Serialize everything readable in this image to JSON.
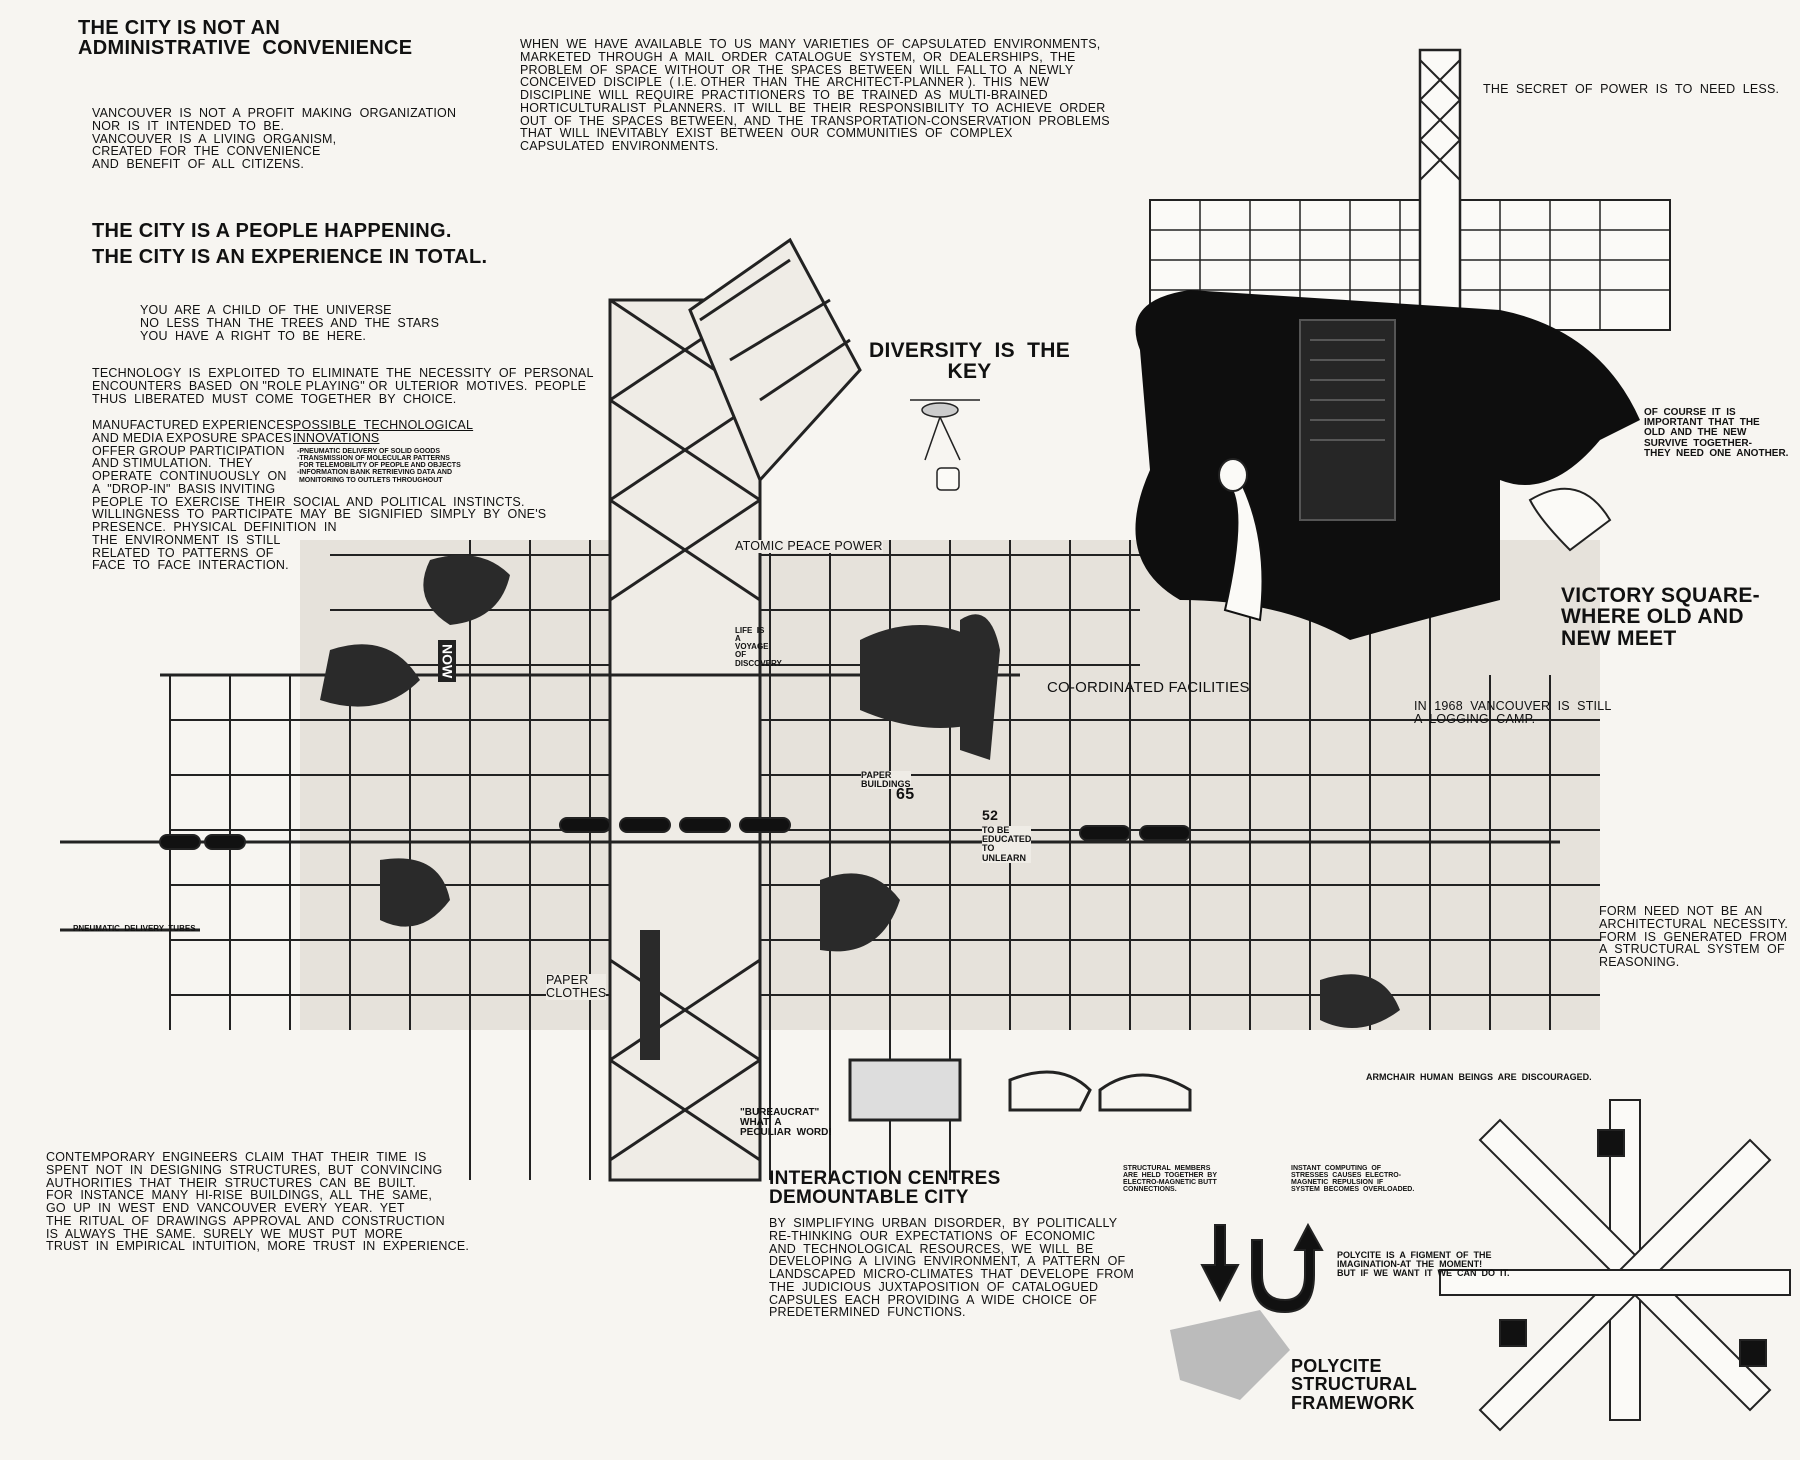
{
  "texts": {
    "title": "THE CITY IS NOT AN\nADMINISTRATIVE  CONVENIENCE",
    "vancouver": "VANCOUVER  IS  NOT  A  PROFIT  MAKING  ORGANIZATION\nNOR  IS  IT  INTENDED  TO  BE.\nVANCOUVER  IS  A  LIVING  ORGANISM,\nCREATED  FOR  THE  CONVENIENCE\nAND  BENEFIT  OF  ALL  CITIZENS.",
    "people_happening": "THE CITY IS A PEOPLE HAPPENING.\nTHE CITY IS AN EXPERIENCE IN TOTAL.",
    "child_of_universe": "YOU  ARE  A  CHILD  OF  THE  UNIVERSE\nNO  LESS  THAN  THE  TREES  AND  THE  STARS\nYOU  HAVE  A  RIGHT  TO  BE  HERE.",
    "technology": "TECHNOLOGY  IS  EXPLOITED  TO  ELIMINATE  THE  NECESSITY  OF  PERSONAL\nENCOUNTERS  BASED  ON \"ROLE PLAYING\" OR  ULTERIOR  MOTIVES.  PEOPLE\nTHUS  LIBERATED  MUST  COME  TOGETHER  BY  CHOICE.",
    "manufactured": "MANUFACTURED EXPERIENCES\nAND MEDIA EXPOSURE SPACES\nOFFER GROUP PARTICIPATION\nAND STIMULATION.  THEY\nOPERATE  CONTINUOUSLY  ON\nA  \"DROP-IN\"  BASIS INVITING\nPEOPLE  TO  EXERCISE  THEIR  SOCIAL  AND  POLITICAL  INSTINCTS.\nWILLINGNESS  TO  PARTICIPATE  MAY  BE  SIGNIFIED  SIMPLY  BY  ONE'S\nPRESENCE.  PHYSICAL  DEFINITION  IN\nTHE  ENVIRONMENT  IS  STILL\nRELATED  TO  PATTERNS  OF\nFACE  TO  FACE  INTERACTION.",
    "innovations_heading": "POSSIBLE  TECHNOLOGICAL\nINNOVATIONS",
    "innovations_list": "-PNEUMATIC DELIVERY OF SOLID GOODS\n-TRANSMISSION OF MOLECULAR PATTERNS\n FOR TELEMOBILITY OF PEOPLE AND OBJECTS\n-INFORMATION BANK RETRIEVING DATA AND\n MONITORING TO OUTLETS THROUGHOUT",
    "capsulated": "WHEN  WE  HAVE  AVAILABLE  TO  US  MANY  VARIETIES  OF  CAPSULATED  ENVIRONMENTS,\nMARKETED  THROUGH  A  MAIL  ORDER  CATALOGUE  SYSTEM,  OR  DEALERSHIPS,  THE\nPROBLEM  OF  SPACE  WITHOUT  OR  THE  SPACES  BETWEEN  WILL  FALL TO  A  NEWLY\nCONCEIVED  DISCIPLE  ( I.E. OTHER  THAN  THE  ARCHITECT-PLANNER ).  THIS  NEW\nDISCIPLINE  WILL  REQUIRE  PRACTITIONERS  TO  BE  TRAINED  AS  MULTI-BRAINED\nHORTICULTURALIST  PLANNERS.  IT  WILL  BE  THEIR  RESPONSIBILITY  TO  ACHIEVE  ORDER\nOUT  OF  THE  SPACES  BETWEEN,  AND  THE  TRANSPORTATION-CONSERVATION  PROBLEMS\nTHAT  WILL  INEVITABLY  EXIST  BETWEEN  OUR  COMMUNITIES  OF  COMPLEX\nCAPSULATED  ENVIRONMENTS.",
    "secret_of_power": "THE  SECRET  OF  POWER  IS  TO  NEED  LESS.",
    "diversity": "DIVERSITY  IS  THE\nKEY",
    "of_course": "OF  COURSE  IT  IS\nIMPORTANT  THAT  THE\nOLD  AND  THE  NEW\nSURVIVE  TOGETHER-\nTHEY  NEED  ONE  ANOTHER.",
    "victory_square": "VICTORY SQUARE-\nWHERE OLD AND\nNEW MEET",
    "atomic": "ATOMIC PEACE POWER",
    "life_voyage": "LIFE  IS\nA\nVOYAGE\nOF\nDISCOVERY",
    "now_sign": "NOW",
    "coordinated": "CO-ORDINATED FACILITIES",
    "logging_camp": "IN  1968  VANCOUVER  IS  STILL\nA  LOGGING  CAMP.",
    "paper_buildings": "PAPER\nBUILDINGS",
    "paper_buildings_num": "65",
    "educated_num": "52",
    "educated": "TO BE\nEDUCATED\nTO\nUNLEARN",
    "pneumatic": "PNEUMATIC  DELIVERY  TUBES",
    "paper_clothes": "PAPER\nCLOTHES",
    "form_need": "FORM  NEED  NOT  BE  AN\nARCHITECTURAL  NECESSITY.\nFORM  IS  GENERATED  FROM\nA  STRUCTURAL  SYSTEM  OF\nREASONING.",
    "armchair": "ARMCHAIR  HUMAN  BEINGS  ARE  DISCOURAGED.",
    "bureaucrat": "\"BUREAUCRAT\"\nWHAT  A\nPECULIAR  WORD!",
    "engineers": "CONTEMPORARY  ENGINEERS  CLAIM  THAT  THEIR  TIME  IS\nSPENT  NOT  IN  DESIGNING  STRUCTURES,  BUT  CONVINCING\nAUTHORITIES  THAT  THEIR  STRUCTURES  CAN  BE  BUILT.\nFOR  INSTANCE  MANY  HI-RISE  BUILDINGS,  ALL  THE  SAME,\nGO  UP  IN  WEST  END  VANCOUVER  EVERY  YEAR.  YET\nTHE  RITUAL  OF  DRAWINGS  APPROVAL  AND  CONSTRUCTION\nIS  ALWAYS  THE  SAME.  SURELY  WE  MUST  PUT  MORE\nTRUST  IN  EMPIRICAL  INTUITION,  MORE  TRUST  IN  EXPERIENCE.",
    "interaction": "INTERACTION CENTRES\nDEMOUNTABLE CITY",
    "simplifying": "BY  SIMPLIFYING  URBAN  DISORDER,  BY  POLITICALLY\nRE-THINKING  OUR  EXPECTATIONS  OF  ECONOMIC\nAND  TECHNOLOGICAL  RESOURCES,  WE  WILL  BE\nDEVELOPING  A  LIVING  ENVIRONMENT,  A  PATTERN  OF\nLANDSCAPED  MICRO-CLIMATES  THAT  DEVELOPE  FROM\nTHE  JUDICIOUS  JUXTAPOSITION  OF  CATALOGUED\nCAPSULES  EACH  PROVIDING  A  WIDE  CHOICE  OF\nPREDETERMINED  FUNCTIONS.",
    "structural_members": "STRUCTURAL  MEMBERS\nARE  HELD  TOGETHER  BY\nELECTRO-MAGNETIC BUTT\nCONNECTIONS.",
    "instant_computing": "INSTANT  COMPUTING  OF\nSTRESSES  CAUSES  ELECTRO-\nMAGNETIC  REPULSION  IF\nSYSTEM  BECOMES  OVERLOADED.",
    "figment": "POLYCITE  IS  A  FIGMENT  OF  THE\nIMAGINATION-AT  THE  MOMENT!\nBUT  IF  WE  WANT  IT  WE  CAN  DO  IT.",
    "polycite": "POLYCITE\nSTRUCTURAL\nFRAMEWORK"
  },
  "colors": {
    "paper": "#f7f5f1",
    "ink": "#111111",
    "wash": "#d8d4cc"
  }
}
